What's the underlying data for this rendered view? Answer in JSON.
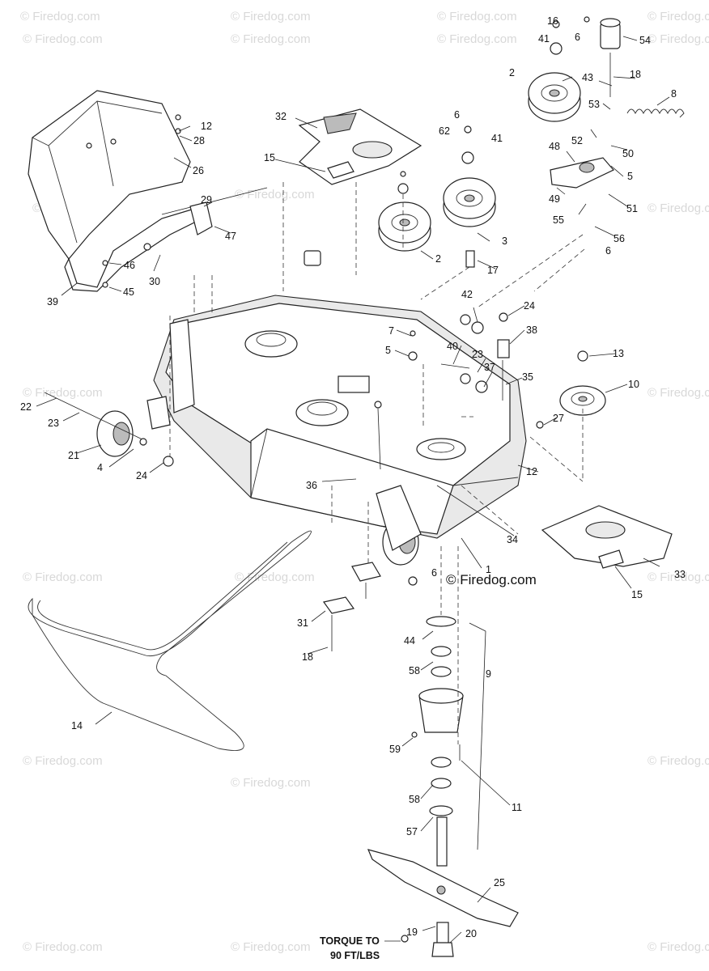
{
  "watermark": "© Firedog.com",
  "center_watermark": "© Firedog.com",
  "torque_line1": "TORQUE TO",
  "torque_line2": "90 FT/LBS",
  "callouts": {
    "c1": "1",
    "c2a": "2",
    "c2b": "2",
    "c3": "3",
    "c4": "4",
    "c5a": "5",
    "c5b": "5",
    "c6a": "6",
    "c6b": "6",
    "c6c": "6",
    "c6d": "6",
    "c7": "7",
    "c8": "8",
    "c9": "9",
    "c10": "10",
    "c11": "11",
    "c12a": "12",
    "c12b": "12",
    "c13": "13",
    "c14": "14",
    "c15a": "15",
    "c15b": "15",
    "c16": "16",
    "c17": "17",
    "c18a": "18",
    "c18b": "18",
    "c19": "19",
    "c20": "20",
    "c21": "21",
    "c22": "22",
    "c23a": "23",
    "c23b": "23",
    "c24a": "24",
    "c24b": "24",
    "c25": "25",
    "c26": "26",
    "c27": "27",
    "c28": "28",
    "c29": "29",
    "c30": "30",
    "c31": "31",
    "c32": "32",
    "c33": "33",
    "c34": "34",
    "c35": "35",
    "c36": "36",
    "c37": "37",
    "c38": "38",
    "c39": "39",
    "c40": "40",
    "c41a": "41",
    "c41b": "41",
    "c42": "42",
    "c43": "43",
    "c44": "44",
    "c45": "45",
    "c46": "46",
    "c47": "47",
    "c48": "48",
    "c49": "49",
    "c50": "50",
    "c51": "51",
    "c52": "52",
    "c53": "53",
    "c54": "54",
    "c55": "55",
    "c56": "56",
    "c57": "57",
    "c58a": "58",
    "c58b": "58",
    "c59": "59",
    "c62": "62"
  }
}
